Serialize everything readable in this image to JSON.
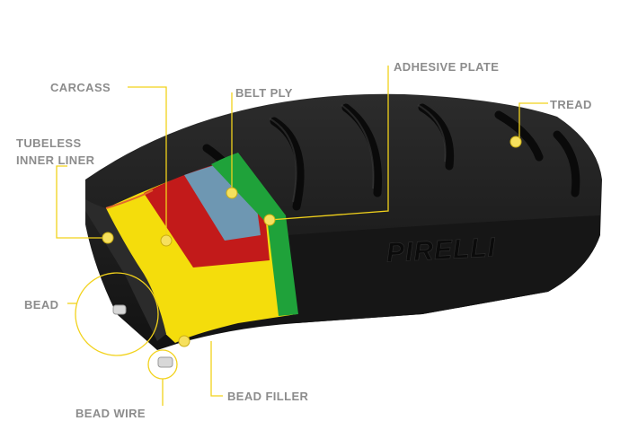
{
  "brand": "PIRELLI",
  "labels": {
    "carcass": "CARCASS",
    "belt_ply": "BELT PLY",
    "adhesive_plate": "ADHESIVE PLATE",
    "tread": "TREAD",
    "inner_liner_line1": "TUBELESS",
    "inner_liner_line2": "INNER LINER",
    "bead": "BEAD",
    "bead_filler": "BEAD FILLER",
    "bead_wire": "BEAD WIRE"
  },
  "colors": {
    "leader": "#f2d21b",
    "label_text": "#8c8c8c",
    "tread_rubber": "#1f1f1f",
    "carcass_layer": "#f4dd0c",
    "belt_layer": "#c21a1a",
    "belt_ply_layer": "#6e97b2",
    "adhesive_layer": "#1fa23a",
    "bead_wire": "#d8d8d8"
  }
}
